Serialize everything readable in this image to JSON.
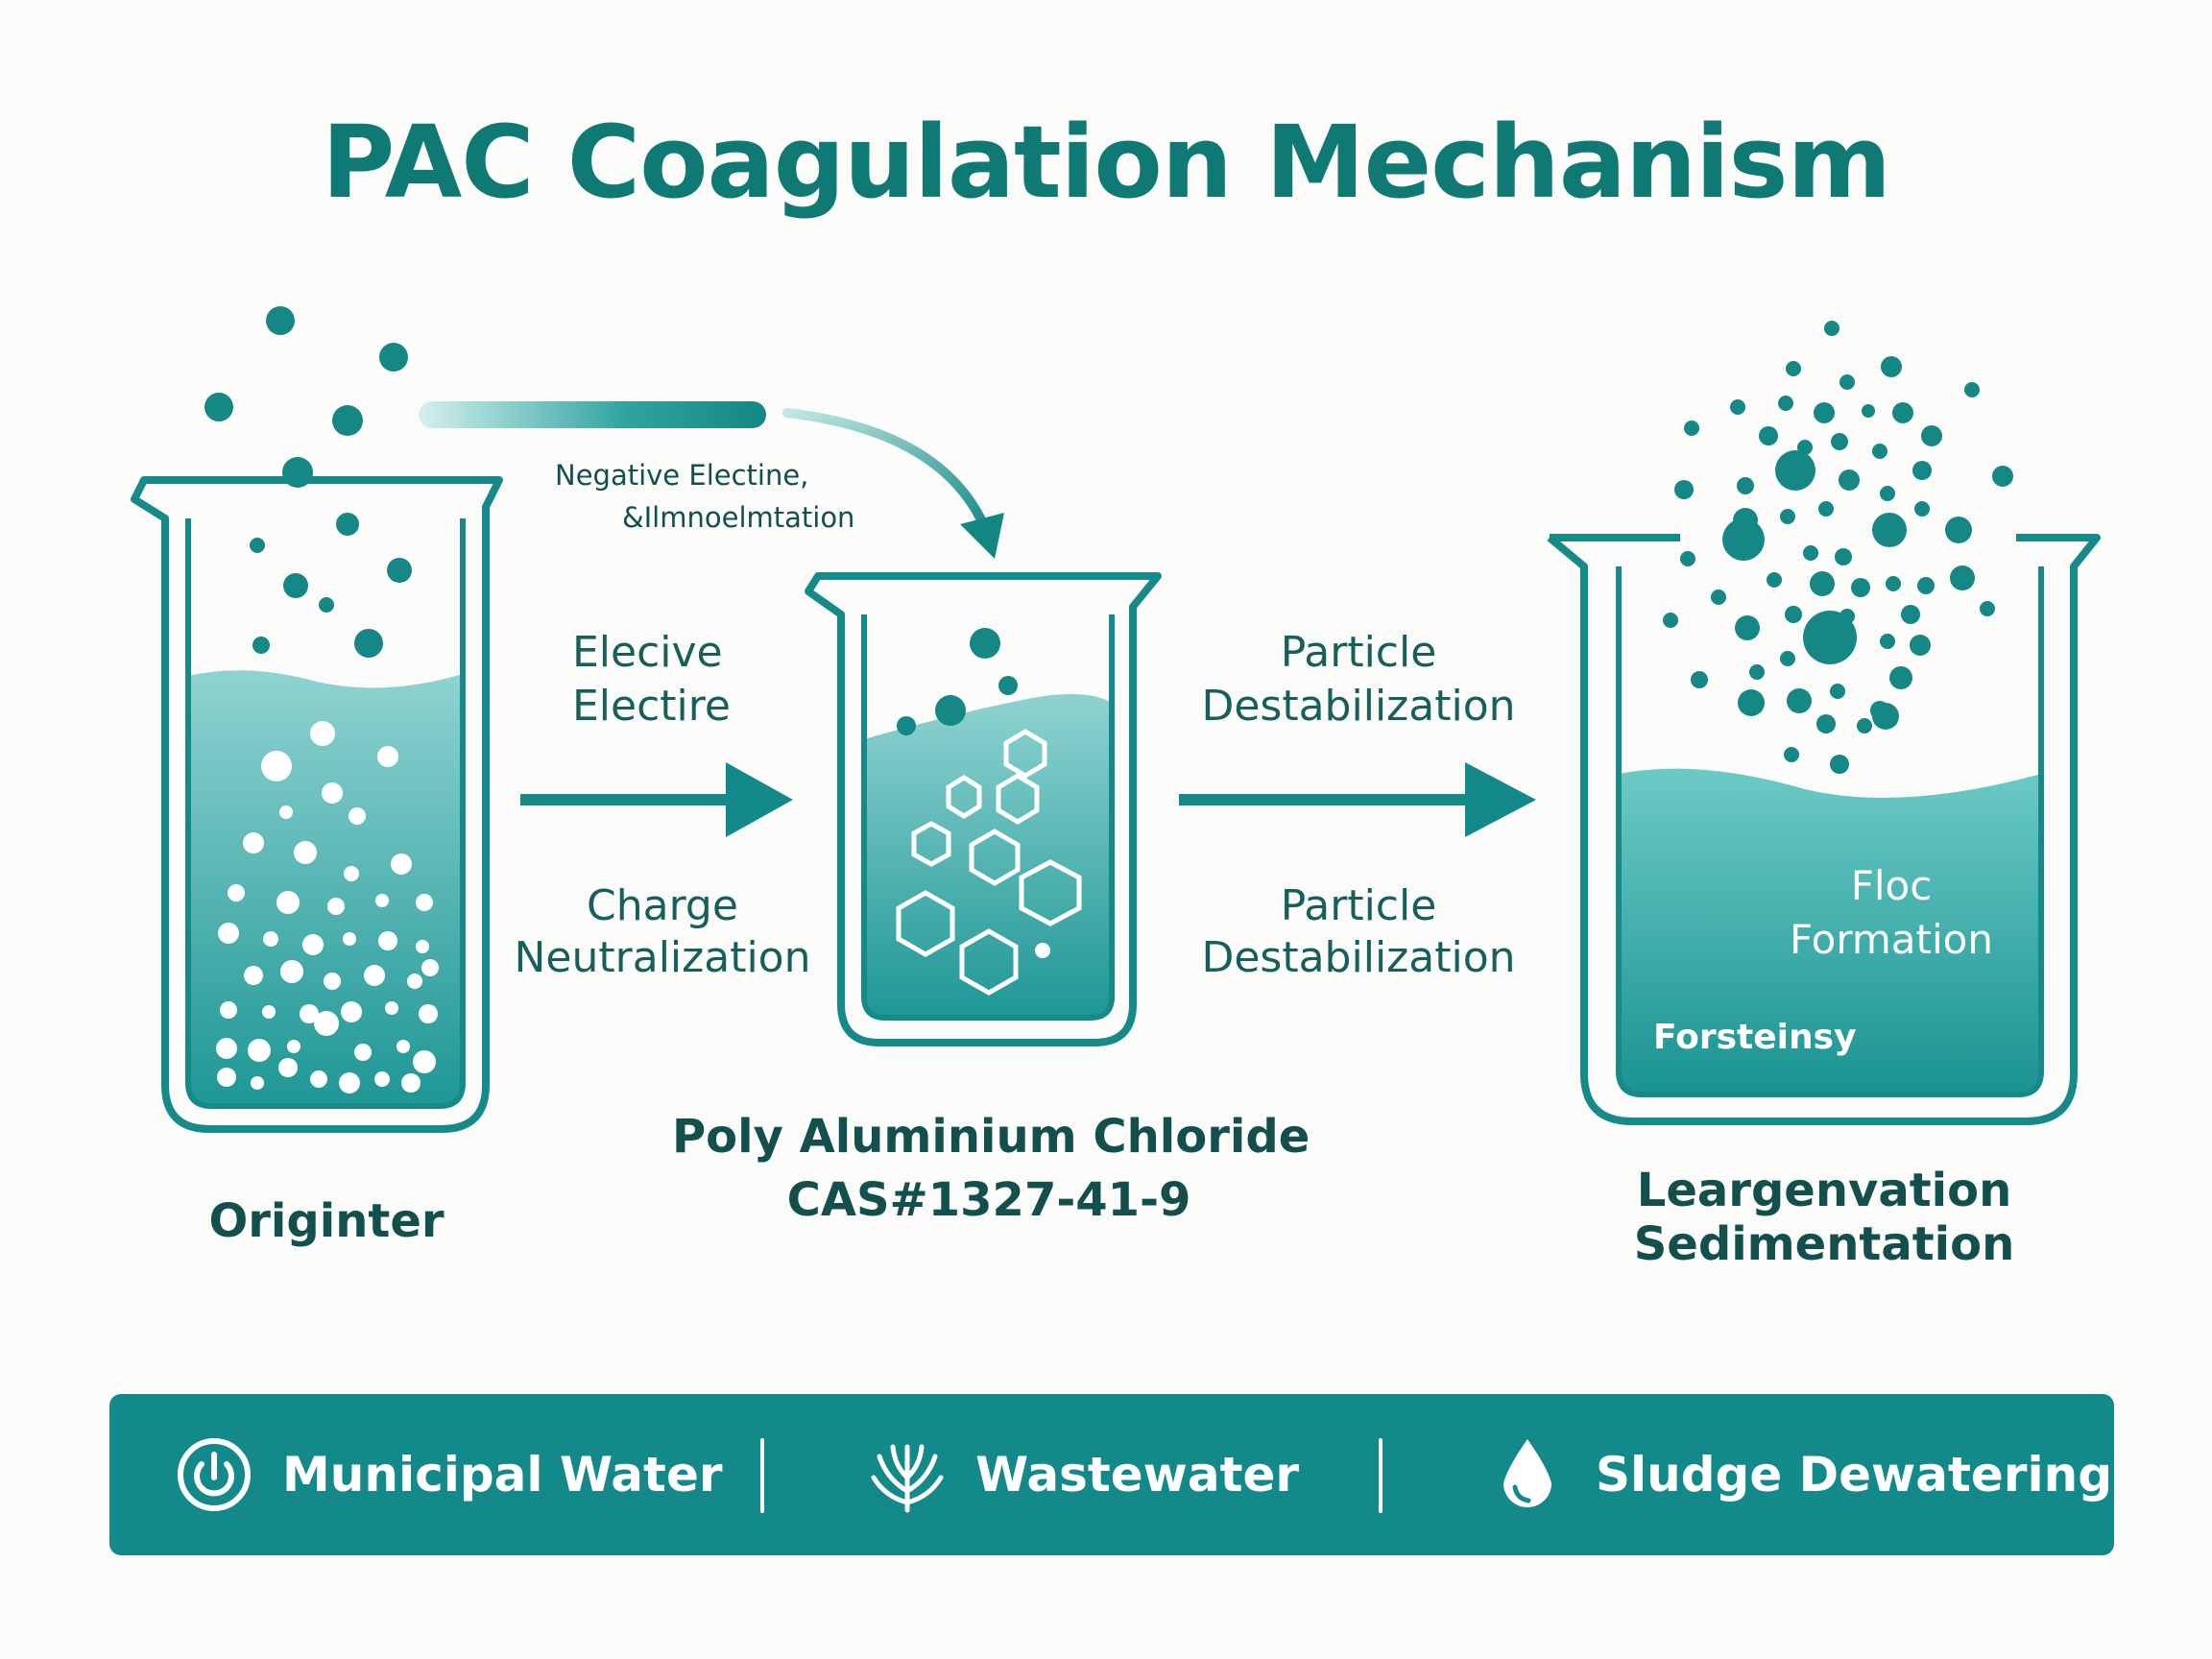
{
  "title": "PAC Coagulation Mechanism",
  "colors": {
    "primary": "#14898a",
    "dark_teal": "#0f7a74",
    "text_dark": "#134f4c",
    "water_light": "#8fd3d1",
    "water_dark": "#1e9795",
    "background": "#fbfcf9"
  },
  "curved_arrow_label": {
    "line1": "Negative Electine,",
    "line2": "&Ilmnoelmtation"
  },
  "stage1": {
    "label": "Originter"
  },
  "arrow1": {
    "top_line1": "Elecive",
    "top_line2": "Electire",
    "bottom_line1": "Charge",
    "bottom_line2": "Neutralization"
  },
  "stage2": {
    "label_line1": "Poly Aluminium Chloride",
    "label_line2": "CAS#1327-41-9"
  },
  "arrow2": {
    "top_line1": "Particle",
    "top_line2": "Destabilization",
    "bottom_line1": "Particle",
    "bottom_line2": "Destabilization"
  },
  "stage3": {
    "inner_line1": "Floc",
    "inner_line2": "Formation",
    "inner_small": "Forsteinsy",
    "label_line1": "Leargenvation",
    "label_line2": "Sedimentation"
  },
  "footer": {
    "items": [
      {
        "label": "Municipal Water",
        "icon": "power-icon"
      },
      {
        "label": "Wastewater",
        "icon": "plant-icon"
      },
      {
        "label": "Sludge Dewatering",
        "icon": "water-drop-icon"
      }
    ]
  }
}
